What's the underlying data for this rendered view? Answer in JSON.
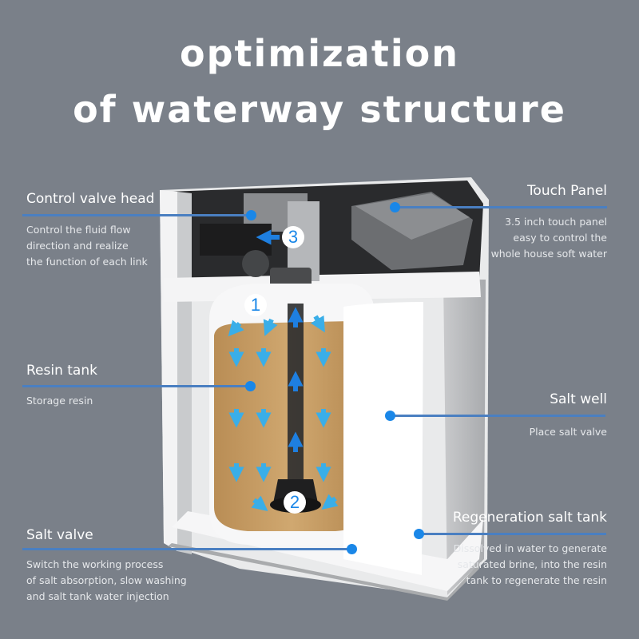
{
  "title": {
    "line1": "optimization",
    "line2": "of waterway structure"
  },
  "callouts": {
    "control_valve_head": {
      "title": "Control valve head",
      "desc": [
        "Control the fluid flow",
        "direction and realize",
        "the function of each link"
      ]
    },
    "touch_panel": {
      "title": "Touch Panel",
      "desc": [
        "3.5 inch touch panel",
        "easy to control the",
        "whole house soft water"
      ]
    },
    "resin_tank": {
      "title": "Resin tank",
      "desc": [
        "Storage resin"
      ]
    },
    "salt_well": {
      "title": "Salt well",
      "desc": [
        "Place salt valve"
      ]
    },
    "salt_valve": {
      "title": "Salt valve",
      "desc": [
        "Switch the working process",
        "of salt absorption, slow washing",
        "and salt tank water injection"
      ]
    },
    "regeneration_salt_tank": {
      "title": "Regeneration salt tank",
      "desc": [
        "Dissolved in water to generate",
        "saturated brine, into the resin",
        "tank to regenerate the resin"
      ]
    }
  },
  "flow_steps": [
    "1",
    "2",
    "3"
  ],
  "colors": {
    "background": "#7a8089",
    "leader_line": "#4a7fc1",
    "marker": "#1a87e8",
    "flow_arrow": "#3aaee8",
    "resin": "#c49a62"
  }
}
